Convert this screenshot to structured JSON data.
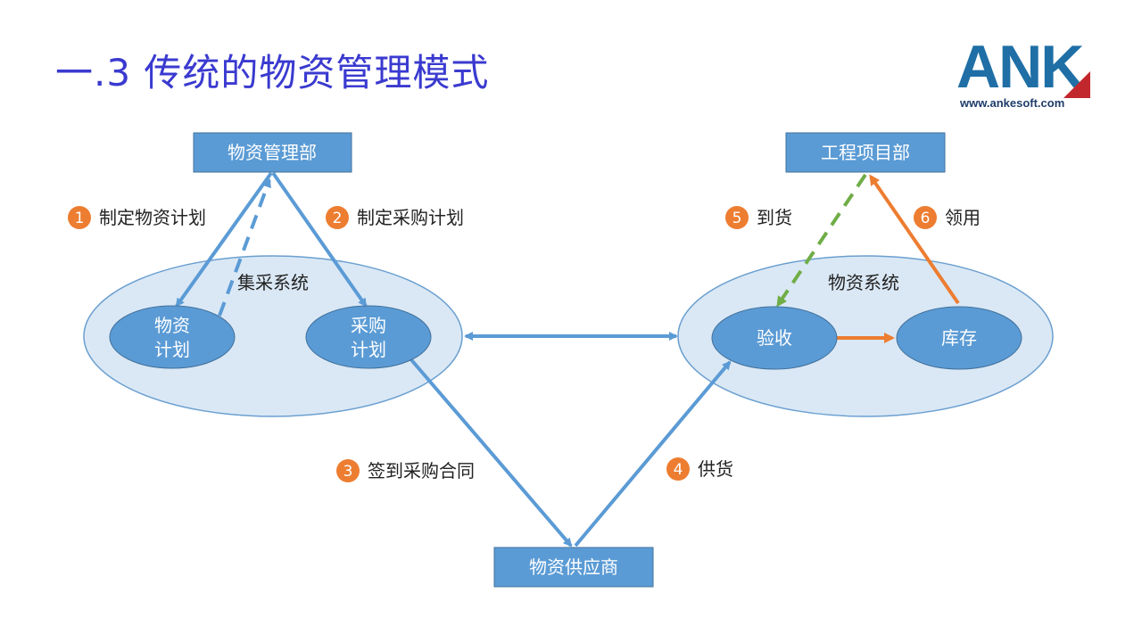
{
  "title": "一.3 传统的物资管理模式",
  "logo": {
    "brand": "ANK",
    "url": "www.ankesoft.com"
  },
  "nodes": {
    "dept": "物资管理部",
    "project": "工程项目部",
    "supplier": "物资供应商",
    "plan_line1": "物资",
    "plan_line2": "计划",
    "purchase_line1": "采购",
    "purchase_line2": "计划",
    "accept": "验收",
    "stock": "库存"
  },
  "systems": {
    "left": "集采系统",
    "right": "物资系统"
  },
  "steps": [
    {
      "num": "1",
      "label": "制定物资计划"
    },
    {
      "num": "2",
      "label": "制定采购计划"
    },
    {
      "num": "3",
      "label": "签到采购合同"
    },
    {
      "num": "4",
      "label": "供货"
    },
    {
      "num": "5",
      "label": "到货"
    },
    {
      "num": "6",
      "label": "领用"
    }
  ],
  "colors": {
    "title": "#3a3ad0",
    "box": "#5b9bd5",
    "ellipse_fill": "#dae8f5",
    "ellipse_stroke": "#6a9fd0",
    "arrow_blue": "#5b9bd5",
    "arrow_green": "#70ad47",
    "arrow_orange": "#ed7d31",
    "badge": "#ed7d31",
    "logo_blue": "#1f6fa6",
    "logo_red": "#c2272d"
  }
}
